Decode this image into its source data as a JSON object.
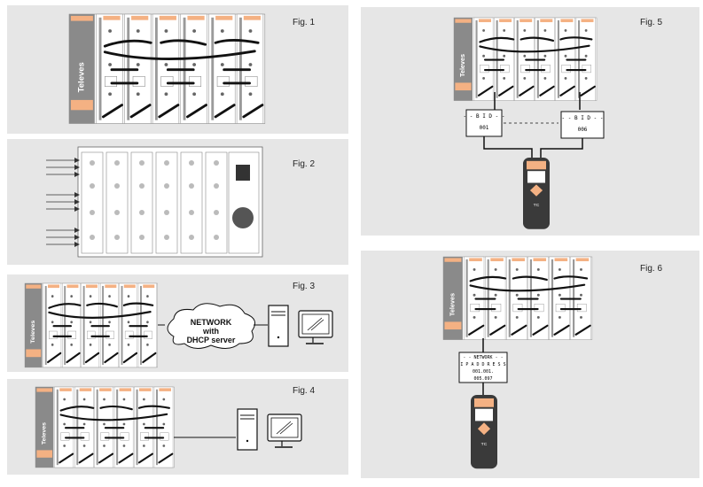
{
  "figures": {
    "fig1": {
      "label": "Fig. 1"
    },
    "fig2": {
      "label": "Fig. 2"
    },
    "fig3": {
      "label": "Fig. 3",
      "cloud_lines": [
        "NETWORK",
        "with",
        "DHCP server"
      ]
    },
    "fig4": {
      "label": "Fig. 4"
    },
    "fig5": {
      "label": "Fig. 5",
      "box1_top": "- - B I D - -",
      "box1_bottom": "001",
      "box2_top": "- - B I D - -",
      "box2_bottom": "006"
    },
    "fig6": {
      "label": "Fig. 6",
      "box_lines": [
        "- - NETWORK - -",
        "I P  A D D R E S S",
        "001.001.",
        "005.097"
      ]
    }
  },
  "brand": {
    "logo_text": "Televes",
    "meter_logo": "TC"
  },
  "colors": {
    "panel": "#e6e6e6",
    "module_body": "#ffffff",
    "module_dark": "#7a7a7a",
    "accent_orange": "#f4b183",
    "cable": "#111111"
  }
}
